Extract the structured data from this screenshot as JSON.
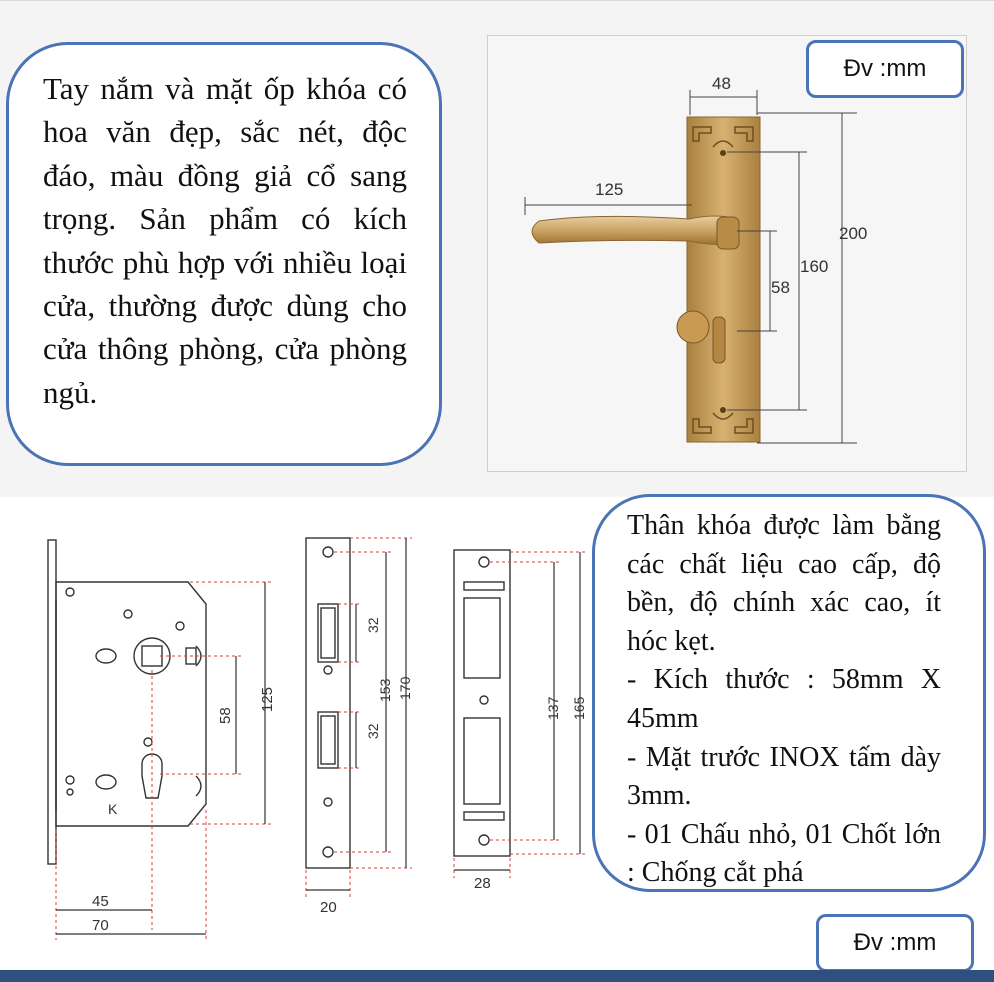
{
  "top_text": "Tay nắm và mặt ốp khóa có hoa văn đẹp, sắc nét, độc đáo, màu đồng giả cổ sang trọng. Sản phẩm có kích thước phù hợp với nhiều loại cửa, thường được dùng cho cửa thông phòng, cửa phòng ngủ.",
  "unit_label_top": "Đv :mm",
  "unit_label_bottom": "Đv :mm",
  "body_text": {
    "intro": "Thân khóa được làm bằng các chất liệu cao cấp, độ bền, độ chính xác cao, ít hóc kẹt.",
    "size": "- Kích thước : 58mm X 45mm",
    "plate": "- Mặt trước INOX tấm dày 3mm.",
    "bolts": "- 01 Chấu nhỏ, 01 Chốt lớn : Chống cắt phá"
  },
  "handle_dims": {
    "width": "48",
    "lever": "125",
    "total": "200",
    "holes": "160",
    "spindle": "58"
  },
  "lock_body_dims": {
    "height": "125",
    "center": "58",
    "backset": "45",
    "depth": "70"
  },
  "faceplate_dims": {
    "total": "170",
    "holes": "153",
    "latch": "32",
    "bolt": "32",
    "width": "20"
  },
  "strike_dims": {
    "total": "165",
    "holes": "137",
    "width": "28"
  },
  "colors": {
    "callout_border": "#4a74b5",
    "brass": "#c39a5a",
    "dim_red": "#d04040",
    "bottom_bar": "#2f4f7f"
  }
}
